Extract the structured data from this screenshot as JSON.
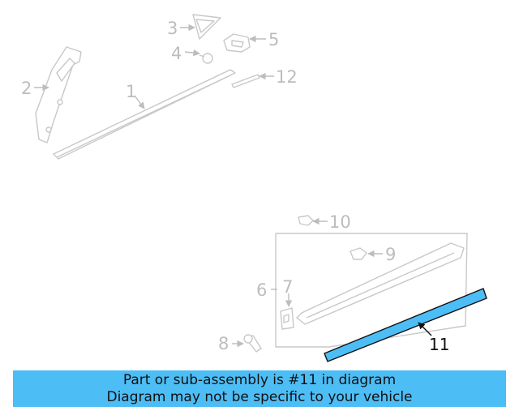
{
  "diagram": {
    "callouts": [
      "1",
      "2",
      "3",
      "4",
      "5",
      "6",
      "7",
      "8",
      "9",
      "10",
      "11",
      "12"
    ],
    "highlighted_callout": "11",
    "highlight_color": "#4dbdf5",
    "part_line_color": "#c8c8c8"
  },
  "banner": {
    "line1": "Part or sub-assembly is #11 in diagram",
    "line2": "Diagram may not be specific to your vehicle",
    "background": "#4dbdf5"
  }
}
